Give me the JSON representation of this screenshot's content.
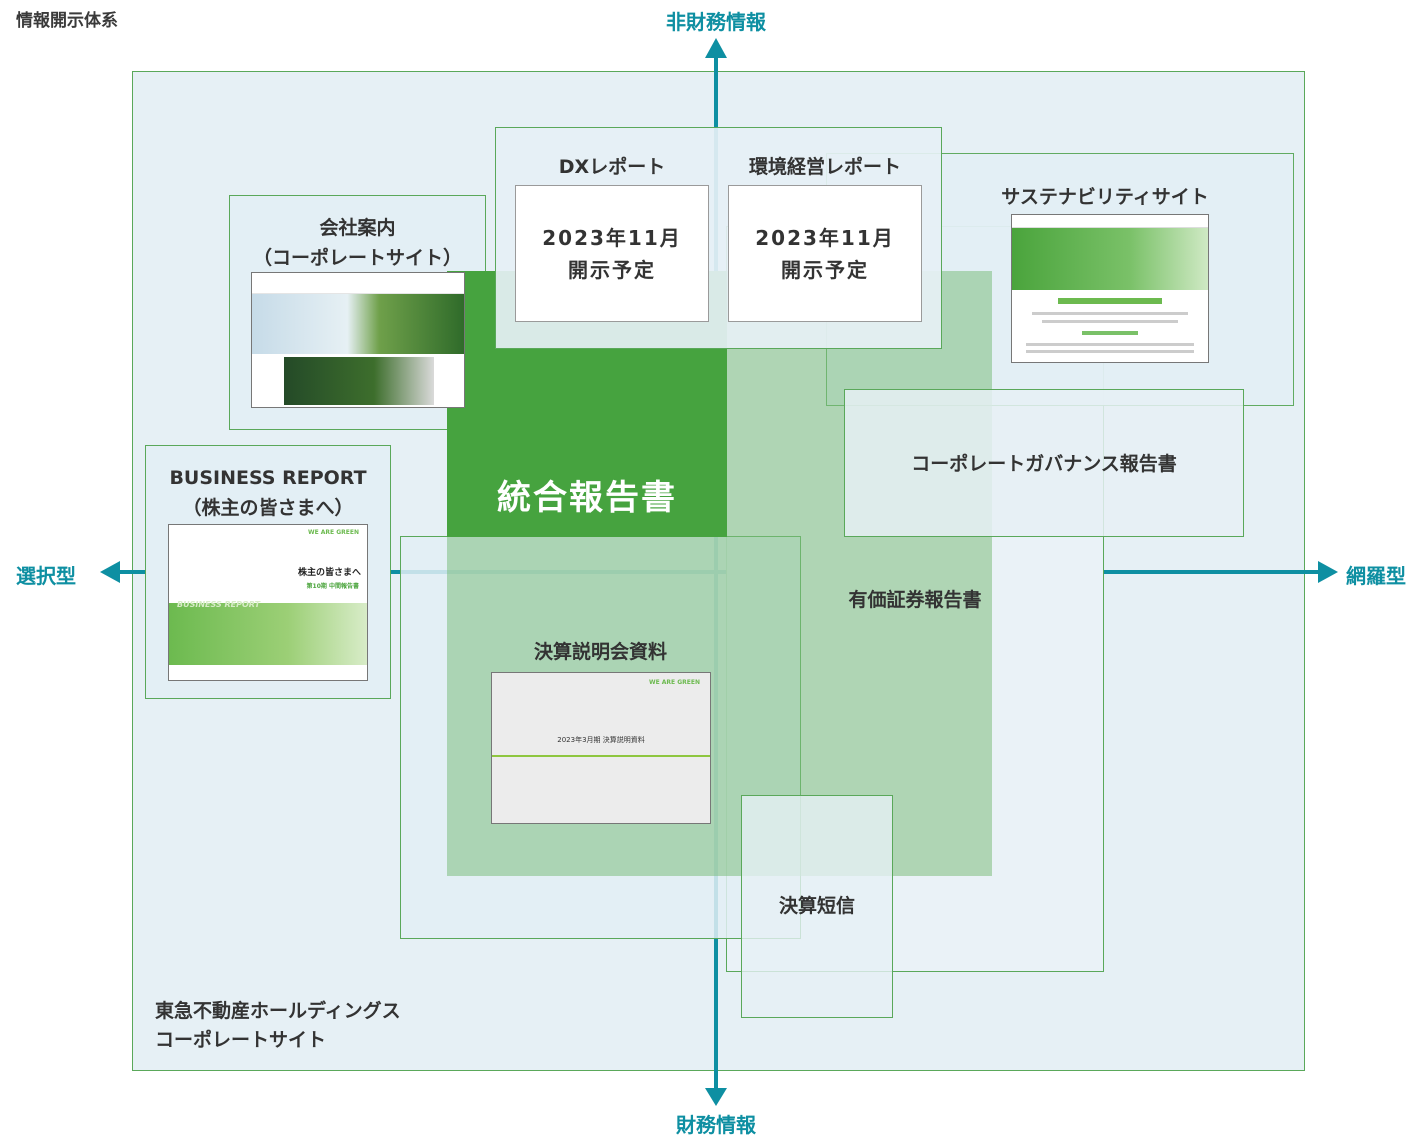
{
  "title": "情報開示体系",
  "axes": {
    "top": "非財務情報",
    "bottom": "財務情報",
    "left": "選択型",
    "right": "網羅型"
  },
  "colors": {
    "axis": "#0e8fa2",
    "integrated_dark": "#46a33f",
    "integrated_light": "#b5dab5",
    "panel_bg": "#e6f0f5",
    "panel_border": "#5aa85a"
  },
  "items": {
    "integrated_report": "統合報告書",
    "dx_report": {
      "label": "DXレポート",
      "status_line1": "2023年11月",
      "status_line2": "開示予定"
    },
    "env_report": {
      "label": "環境経営レポート",
      "status_line1": "2023年11月",
      "status_line2": "開示予定"
    },
    "sustainability_site": "サステナビリティサイト",
    "company_guide": {
      "line1": "会社案内",
      "line2": "（コーポレートサイト）"
    },
    "business_report": {
      "line1": "BUSINESS REPORT",
      "line2": "（株主の皆さまへ）"
    },
    "governance_report": "コーポレートガバナンス報告書",
    "securities_report": "有価証券報告書",
    "earnings_presentation": "決算説明会資料",
    "earnings_summary": "決算短信",
    "corporate_site": {
      "line1": "東急不動産ホールディングス",
      "line2": "コーポレートサイト"
    }
  },
  "thumbnails": {
    "business_report_heading": "株主の皆さまへ",
    "business_report_banner": "BUSINESS REPORT",
    "business_report_sub": "第10期 中間報告書",
    "earnings_slide_title": "2023年3月期 決算説明資料",
    "we_are_green": "WE ARE GREEN"
  }
}
